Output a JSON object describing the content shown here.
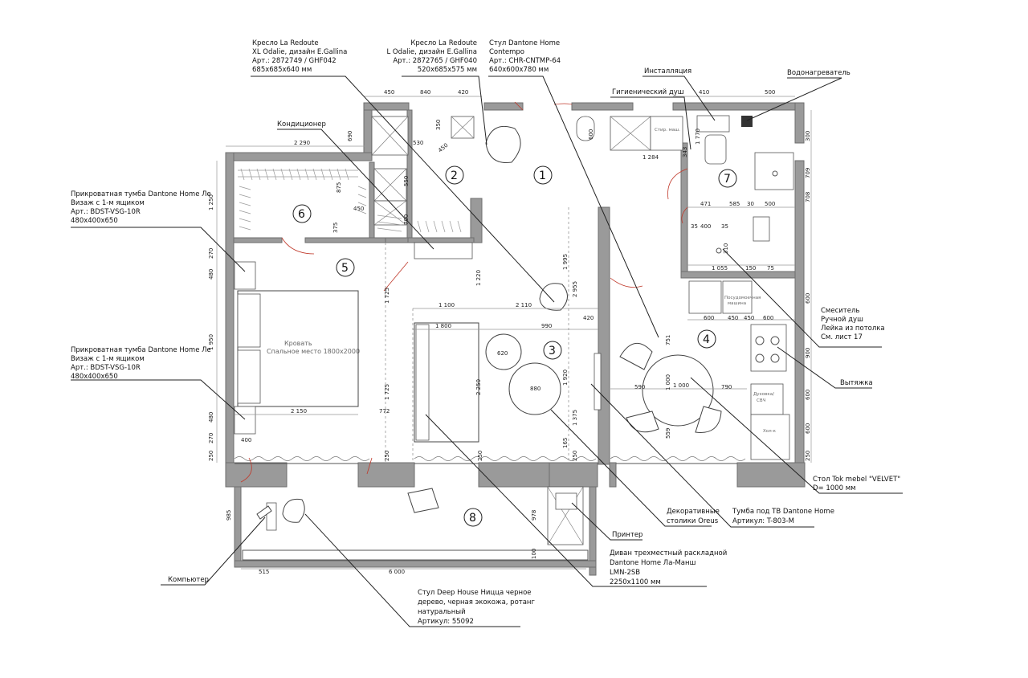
{
  "notes": {
    "armchair_xl": [
      "Кресло La Redoute",
      "XL Odalie, дизайн E.Gallina",
      "Арт.: 2872749 / GHF042",
      "685x685x640 мм"
    ],
    "armchair_l": [
      "Кресло La Redoute",
      "L Odalie, дизайн E.Gallina",
      "Арт.: 2872765 / GHF040",
      "520x685x575 мм"
    ],
    "chair_contempo": [
      "Стул Dantone Home",
      "Contempo",
      "Арт.: CHR-CNTMP-64",
      "640x600x780 мм"
    ],
    "installation": [
      "Инсталляция"
    ],
    "water_heater": [
      "Водонагреватель"
    ],
    "hygienic_shower": [
      "Гигиенический душ"
    ],
    "ac": [
      "Кондиционер"
    ],
    "nightstand_1": [
      "Прикроватная тумба Dantone Home Ле",
      "Визаж с 1-м ящиком",
      "Арт.: BDST-VSG-10R",
      "480x400x650"
    ],
    "nightstand_2": [
      "Прикроватная тумба Dantone Home Ле",
      "Визаж с 1-м ящиком",
      "Арт.: BDST-VSG-10R",
      "480x400x650"
    ],
    "mixer": [
      "Смеситель",
      "Ручной душ",
      "Лейка из потолка",
      "См. лист 17"
    ],
    "hood": [
      "Вытяжка"
    ],
    "table": [
      "Стол Tok mebel \"VELVET\"",
      "D= 1000 мм"
    ],
    "tv_stand": [
      "Тумба под ТВ Dantone Home",
      "Артикул: T-803-M"
    ],
    "side_tables": [
      "Декоративные",
      "столики Oreus"
    ],
    "printer": [
      "Принтер"
    ],
    "sofa": [
      "Диван трехместный раскладной",
      "Dantone Home Ла-Манш",
      "LMN-2SB",
      "2250x1100 мм"
    ],
    "computer": [
      "Компьютер"
    ],
    "chair_deep": [
      "Стул Deep House Ницца черное",
      "дерево, черная экокожа, ротанг",
      "натуральный",
      "Артикул: 55092"
    ]
  },
  "rooms": [
    "1",
    "2",
    "3",
    "4",
    "5",
    "6",
    "7",
    "8"
  ],
  "bed": [
    "Кровать",
    "Спальное место 1800х2000"
  ],
  "appliances": {
    "dishwasher": [
      "Посудомоечная",
      "машина"
    ],
    "oven": [
      "Духовка/",
      "СВЧ"
    ],
    "fridge": "Хол-к",
    "washer": "Стир. маш."
  },
  "dims": {
    "d450a": "450",
    "d840": "840",
    "d420a": "420",
    "d410": "410",
    "d500a": "500",
    "d690": "690",
    "d350": "350",
    "d530": "530",
    "d450b": "450",
    "d600a": "600",
    "d2290": "2 290",
    "d300": "300",
    "d709": "709",
    "d708": "708",
    "d343": "343",
    "d1770": "1 770",
    "d1284": "1 284",
    "d1250": "1 250",
    "d875": "875",
    "d550": "550",
    "d450c": "450",
    "d375": "375",
    "d700": "700",
    "d471": "471",
    "d585": "585",
    "d30": "30",
    "d500b": "500",
    "d400a": "400",
    "d35a": "35",
    "d35b": "35",
    "d310": "310",
    "d1055": "1 055",
    "d150": "150",
    "d75": "75",
    "d270a": "270",
    "d480a": "480",
    "d1995": "1 995",
    "d1220": "1 220",
    "d2955": "2 955",
    "d600b": "600",
    "d1100": "1 100",
    "d2110": "2 110",
    "d1725a": "1 725",
    "d1800": "1 800",
    "d990": "990",
    "d420b": "420",
    "d600c": "600",
    "d450d": "450",
    "d450e": "450",
    "d600d": "600",
    "d1950": "1 950",
    "d620": "620",
    "d2250": "2 250",
    "d751": "751",
    "d900": "900",
    "d880": "880",
    "d1920": "1 920",
    "d590": "590",
    "d1000": "1 000",
    "d790": "790",
    "d600e": "600",
    "d1725b": "1 725",
    "d480b": "480",
    "d2150": "2 150",
    "d772": "772",
    "d1375": "1 375",
    "d559": "559",
    "d600f": "600",
    "d270b": "270",
    "d400b": "400",
    "d165": "165",
    "d250a": "250",
    "d250b": "250",
    "d250c": "250",
    "d250d": "250",
    "d250e": "250",
    "d985": "985",
    "d978": "978",
    "d100": "100",
    "d515": "515",
    "d6000": "6 000"
  }
}
